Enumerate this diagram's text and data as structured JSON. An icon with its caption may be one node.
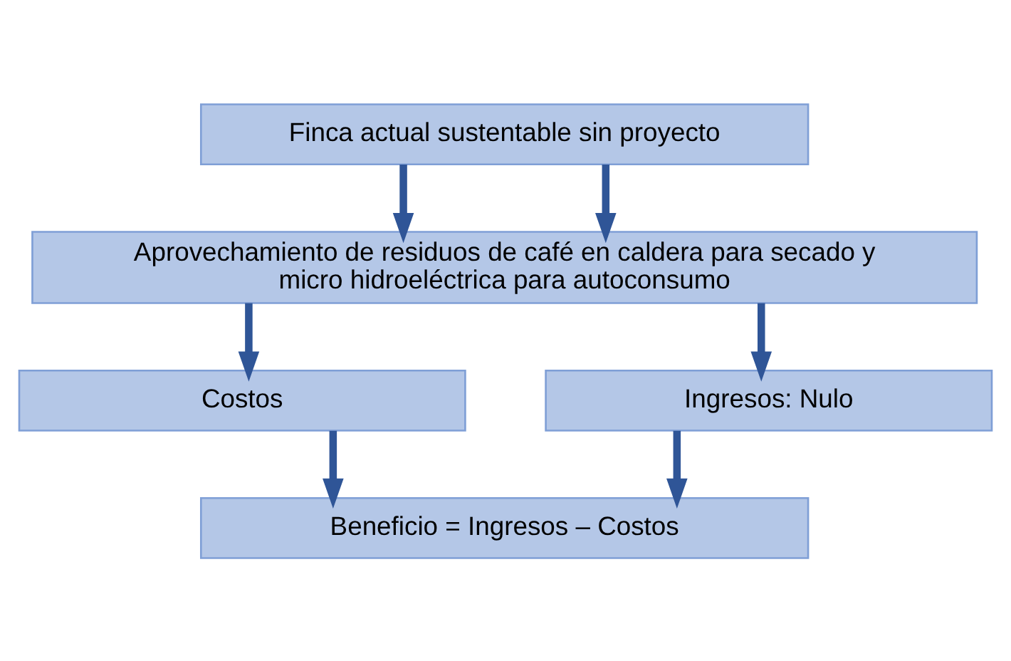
{
  "diagram": {
    "nodes": [
      {
        "text": [
          "Finca actual sustentable sin proyecto"
        ]
      },
      {
        "text": [
          "Aprovechamiento de residuos de café en caldera para secado y micro hidroeléctrica para autoconsumo"
        ]
      },
      {
        "text": [
          "Costos"
        ]
      },
      {
        "text": [
          "Ingresos: Nulo"
        ]
      },
      {
        "text": [
          "Beneficio = Ingresos – Costos"
        ]
      }
    ],
    "edges": [
      {
        "from": 0,
        "to": 1,
        "arrow": "to"
      },
      {
        "from": 0,
        "to": 1,
        "arrow": "to"
      },
      {
        "from": 1,
        "to": 2,
        "arrow": "to"
      },
      {
        "from": 1,
        "to": 3,
        "arrow": "to"
      },
      {
        "from": 2,
        "to": 4,
        "arrow": "to"
      },
      {
        "from": 3,
        "to": 4,
        "arrow": "to"
      }
    ]
  }
}
